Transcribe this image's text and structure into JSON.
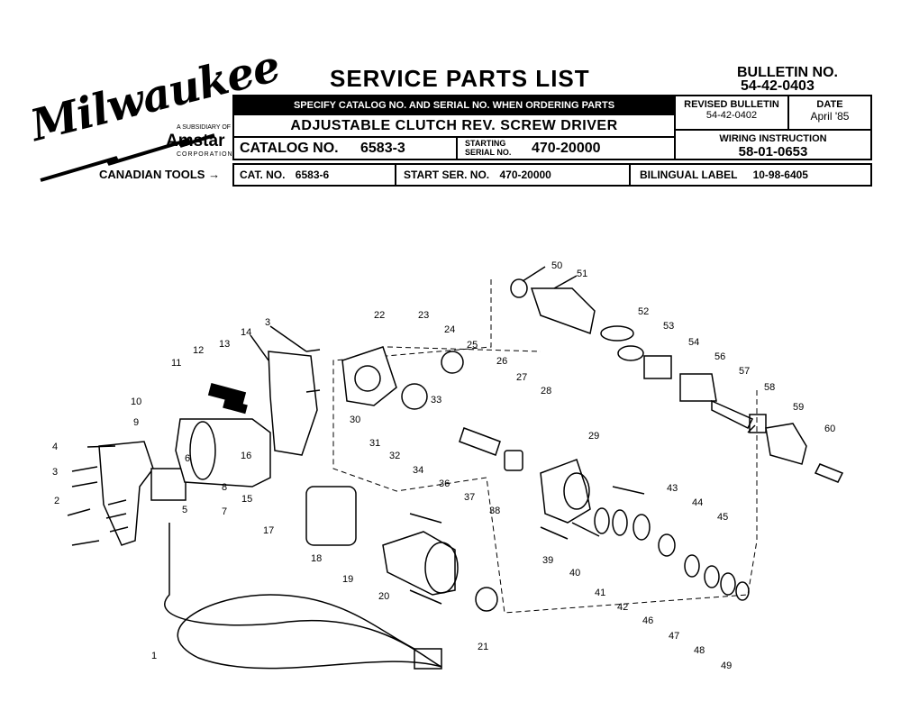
{
  "brand": {
    "name": "Milwaukee",
    "subsidiary": "A SUBSIDIARY OF",
    "parent": "Amstar",
    "parent_sub": "CORPORATION"
  },
  "header": {
    "title": "SERVICE PARTS LIST",
    "bulletin_label": "BULLETIN NO.",
    "bulletin_no": "54-42-0403",
    "instruction": "SPECIFY CATALOG NO. AND SERIAL NO. WHEN ORDERING PARTS",
    "product": "ADJUSTABLE CLUTCH REV. SCREW DRIVER",
    "catalog_label": "CATALOG NO.",
    "catalog_no": "6583-3",
    "starting_label_1": "STARTING",
    "starting_label_2": "SERIAL NO.",
    "serial_no": "470-20000",
    "revised_label": "REVISED BULLETIN",
    "revised_no": "54-42-0402",
    "date_label": "DATE",
    "date_value": "April '85",
    "wiring_label": "WIRING INSTRUCTION",
    "wiring_no": "58-01-0653"
  },
  "canadian": {
    "label": "CANADIAN TOOLS",
    "arrow": "→",
    "cat_label": "CAT. NO.",
    "cat_no": "6583-6",
    "start_label": "START SER. NO.",
    "start_no": "470-20000",
    "bilingual_label": "BILINGUAL LABEL",
    "bilingual_no": "10-98-6405"
  },
  "callouts": [
    "1",
    "2",
    "3",
    "3",
    "4",
    "5",
    "6",
    "7",
    "8",
    "9",
    "10",
    "11",
    "12",
    "13",
    "14",
    "15",
    "16",
    "17",
    "18",
    "19",
    "20",
    "21",
    "22",
    "23",
    "24",
    "25",
    "26",
    "27",
    "28",
    "29",
    "30",
    "31",
    "32",
    "33",
    "34",
    "36",
    "37",
    "38",
    "39",
    "40",
    "41",
    "42",
    "43",
    "44",
    "45",
    "46",
    "47",
    "48",
    "49",
    "50",
    "51",
    "52",
    "53",
    "54",
    "56",
    "57",
    "58",
    "59",
    "60"
  ]
}
